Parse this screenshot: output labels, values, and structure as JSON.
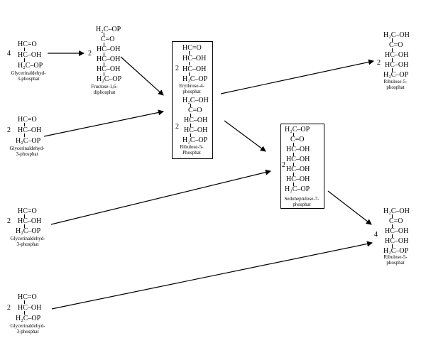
{
  "molecules": {
    "gap1": {
      "coef": "4",
      "rows": [
        "HC=O",
        "HC–OH",
        "H₂C–OP"
      ],
      "caption": "Glycerinaldehyd-\n3-phosphat"
    },
    "fbp": {
      "coef": "2",
      "rows": [
        "H₂C–OP",
        "C=O",
        "HC–OH",
        "HC–OH",
        "HC–OH",
        "H₂C–OP"
      ],
      "caption": "Fructose-1,6-\ndiphosphat"
    },
    "ery4p": {
      "coef": "2",
      "rows": [
        "HC=O",
        "HC–OH",
        "HC–OH",
        "H₂C–OP"
      ],
      "caption": "Erythrose-4-\nphosphat"
    },
    "ru5p_box": {
      "coef": "2",
      "rows": [
        "H₂C–OH",
        "C=O",
        "HC–OH",
        "HC–OH",
        "H₂C–OP"
      ],
      "caption": "Ribulose-5-\nPhosphat"
    },
    "gap2": {
      "coef": "2",
      "rows": [
        "HC=O",
        "HC–OH",
        "H₂C–OP"
      ],
      "caption": "Glycerinaldehyd-\n3-phosphat"
    },
    "s7p": {
      "coef": "2",
      "rows": [
        "H₂C–OP",
        "C=O",
        "HC–OH",
        "HC–OH",
        "HC–OH",
        "HC–OH",
        "H₂C–OP"
      ],
      "caption": "Sedoheptulose-7-\nphosphat"
    },
    "gap3": {
      "coef": "2",
      "rows": [
        "HC=O",
        "HC–OH",
        "H₂C–OP"
      ],
      "caption": "Glycerinaldehyd-\n3-phosphat"
    },
    "gap4": {
      "coef": "2",
      "rows": [
        "HC=O",
        "HC–OH",
        "H₂C–OP"
      ],
      "caption": "Glycerinaldehyd-\n3-phosphat"
    },
    "ru5p_top": {
      "coef": "2",
      "rows": [
        "H₂C–OH",
        "C=O",
        "HC–OH",
        "HC–OH",
        "H₂C–OP"
      ],
      "caption": "Ribulose-5-\nphosphat"
    },
    "ru5p_bot": {
      "coef": "4",
      "rows": [
        "H₂C–OH",
        "C=O",
        "HC–OH",
        "HC–OH",
        "H₂C–OP"
      ],
      "caption": "Ribulose-5-\nphosphat"
    }
  }
}
